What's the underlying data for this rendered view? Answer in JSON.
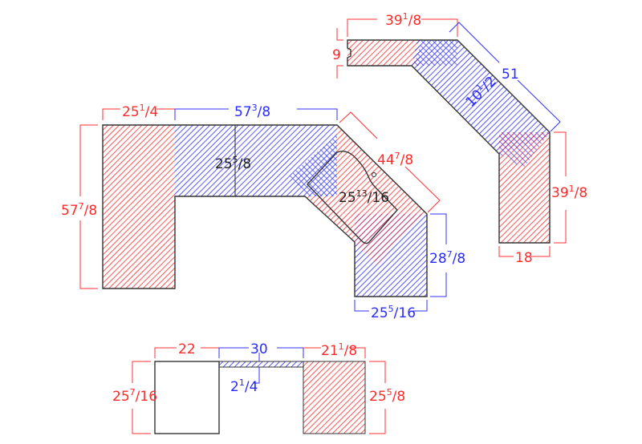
{
  "colors": {
    "red": "#ff2a2a",
    "blue": "#2a2aff",
    "outline": "#333333"
  },
  "dims": {
    "top_left_width": {
      "w": "25",
      "n": "1",
      "d": "4"
    },
    "top_mid_width": {
      "w": "57",
      "n": "3",
      "d": "8"
    },
    "left_height": {
      "w": "57",
      "n": "7",
      "d": "8"
    },
    "mid_depth": {
      "w": "25",
      "n": "5",
      "d": "8"
    },
    "diag_length": {
      "w": "44",
      "n": "7",
      "d": "8"
    },
    "sink_width": {
      "w": "25",
      "n": "13",
      "d": "16"
    },
    "right_height": {
      "w": "28",
      "n": "7",
      "d": "8"
    },
    "right_width": {
      "w": "25",
      "n": "5",
      "d": "16"
    },
    "tr_top_width": {
      "w": "39",
      "n": "1",
      "d": "8"
    },
    "tr_depth": "9",
    "tr_diag": "51",
    "tr_diag_depth": {
      "w": "10",
      "n": "1",
      "d": "2"
    },
    "tr_right_height": {
      "w": "39",
      "n": "1",
      "d": "8"
    },
    "tr_bottom_width": "18",
    "b_left_width": "22",
    "b_mid_width": "30",
    "b_right_width": {
      "w": "21",
      "n": "1",
      "d": "8"
    },
    "b_mid_depth": {
      "w": "2",
      "n": "1",
      "d": "4"
    },
    "b_left_height": {
      "w": "25",
      "n": "7",
      "d": "16"
    },
    "b_right_height": {
      "w": "25",
      "n": "5",
      "d": "8"
    }
  }
}
